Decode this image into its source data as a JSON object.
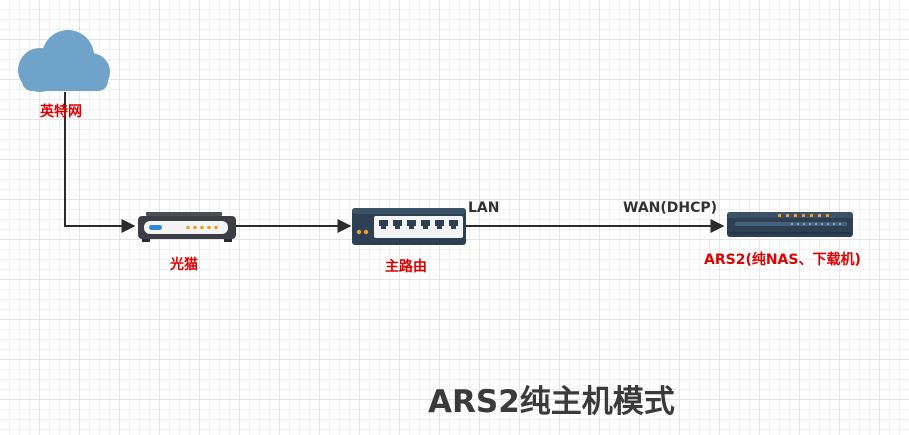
{
  "diagram": {
    "title": "ARS2纯主机模式",
    "colors": {
      "node_label": "#e00000",
      "edge_label": "#333333",
      "connector": "#2b2b2b",
      "cloud": "#6fa3c9"
    },
    "nodes": {
      "internet": {
        "label": "英特网",
        "icon": "cloud-icon"
      },
      "modem": {
        "label": "光猫",
        "icon": "modem-icon"
      },
      "main_router": {
        "label": "主路由",
        "icon": "router-icon"
      },
      "ars2": {
        "label": "ARS2(纯NAS、下载机)",
        "icon": "nas-icon"
      }
    },
    "edges": {
      "router_port": "LAN",
      "ars2_port": "WAN(DHCP)"
    }
  }
}
